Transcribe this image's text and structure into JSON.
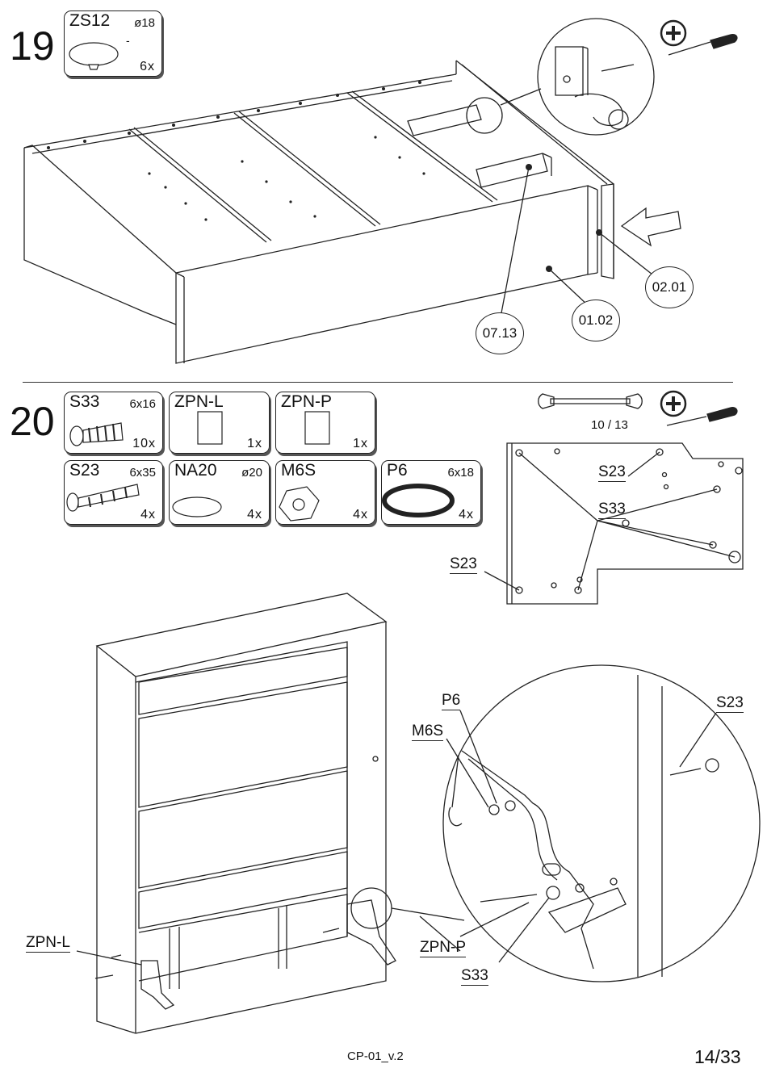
{
  "step19": {
    "number": "19",
    "part": {
      "code": "ZS12",
      "size": "ø18",
      "dash": "-",
      "qty": "6x"
    },
    "callouts": [
      "07.13",
      "01.02",
      "02.01"
    ],
    "icon": "screwdriver-plus-icon"
  },
  "step20": {
    "number": "20",
    "parts": [
      {
        "code": "S33",
        "size": "6x16",
        "qty": "10x"
      },
      {
        "code": "ZPN-L",
        "size": "",
        "qty": "1x"
      },
      {
        "code": "ZPN-P",
        "size": "",
        "qty": "1x"
      },
      {
        "code": "S23",
        "size": "6x35",
        "qty": "4x"
      },
      {
        "code": "NA20",
        "size": "ø20",
        "qty": "4x"
      },
      {
        "code": "M6S",
        "size": "",
        "qty": "4x"
      },
      {
        "code": "P6",
        "size": "6x18",
        "qty": "4x"
      }
    ],
    "tools": {
      "wrench_size": "10 / 13",
      "wrench_icon": "wrench-icon",
      "screwdriver_icon": "screwdriver-plus-icon"
    },
    "plate_labels": {
      "s23_top": "S23",
      "s33": "S33",
      "s23_left": "S23"
    },
    "labels": {
      "zpn_l": "ZPN-L",
      "zpn_p": "ZPN-P",
      "p6": "P6",
      "m6s": "M6S",
      "s23": "S23",
      "s33": "S33"
    }
  },
  "footer": {
    "doc_code": "CP-01_v.2",
    "page": "14/33"
  }
}
